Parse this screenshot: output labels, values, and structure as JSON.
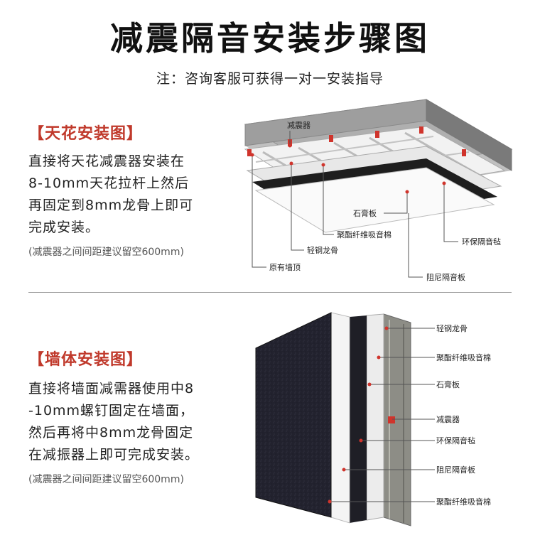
{
  "title": "减震隔音安装步骤图",
  "subtitle": "注：咨询客服可获得一对一安装指导",
  "ceiling": {
    "heading": "天花安装图",
    "desc_lines": [
      "直接将天花减震器安装在",
      "8-10mm天花拉杆上然后",
      "再固定到8mm龙骨上即可",
      "完成安装。"
    ],
    "note": "(减震器之间间距建议留空600mm)",
    "labels": {
      "damper": "减震器",
      "gypsum": "石膏板",
      "polyester": "聚酯纤维吸音棉",
      "felt": "环保隔音毡",
      "keel": "轻钢龙骨",
      "original": "原有墙顶",
      "damping_board": "阻尼隔音板"
    }
  },
  "wall": {
    "heading": "墙体安装图",
    "desc_lines": [
      "直接将墙面减需器使用中8",
      "-10mm螺钉固定在墙面，",
      "然后再将中8mm龙骨固定",
      "在减振器上即可完成安装。"
    ],
    "note": "(减震器之间间距建议留空600mm)",
    "labels": {
      "keel": "轻钢龙骨",
      "polyester1": "聚酯纤维吸音棉",
      "gypsum": "石膏板",
      "damper": "减震器",
      "felt": "环保隔音毡",
      "damping_board": "阻尼隔音板",
      "polyester2": "聚酯纤维吸音棉"
    }
  },
  "colors": {
    "accent": "#c0392b",
    "damper_red": "#d0342c"
  }
}
